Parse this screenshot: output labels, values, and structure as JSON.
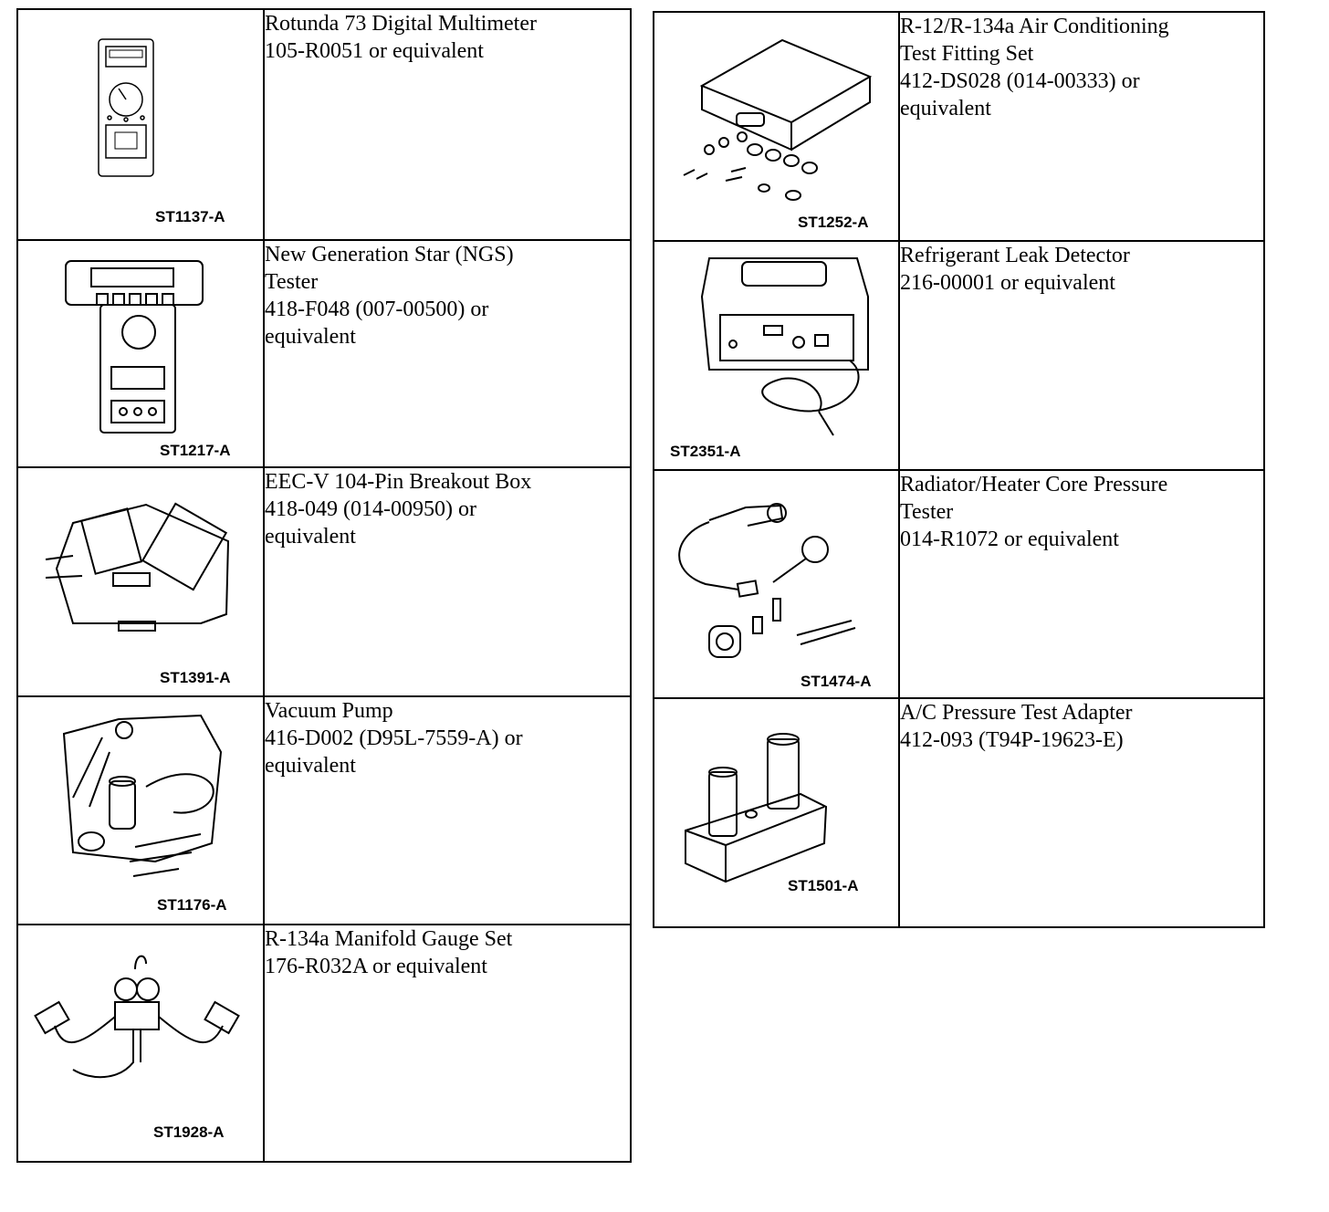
{
  "left_tools": [
    {
      "code": "ST1137-A",
      "lines": [
        "Rotunda 73 Digital Multimeter",
        "105-R0051 or equivalent"
      ],
      "icon": "multimeter-icon"
    },
    {
      "code": "ST1217-A",
      "lines": [
        "New Generation Star (NGS)",
        "Tester",
        "418-F048 (007-00500) or",
        "equivalent"
      ],
      "icon": "ngs-tester-icon"
    },
    {
      "code": "ST1391-A",
      "lines": [
        "EEC-V 104-Pin Breakout Box",
        "418-049 (014-00950) or",
        "equivalent"
      ],
      "icon": "breakout-box-icon"
    },
    {
      "code": "ST1176-A",
      "lines": [
        "Vacuum Pump",
        "416-D002 (D95L-7559-A) or",
        "equivalent"
      ],
      "icon": "vacuum-pump-icon"
    },
    {
      "code": "ST1928-A",
      "lines": [
        "R-134a Manifold Gauge Set",
        "176-R032A or equivalent"
      ],
      "icon": "manifold-gauge-icon"
    }
  ],
  "right_tools": [
    {
      "code": "ST1252-A",
      "lines": [
        "R-12/R-134a Air Conditioning",
        "Test Fitting Set",
        "412-DS028 (014-00333) or",
        "equivalent"
      ],
      "icon": "fitting-set-icon"
    },
    {
      "code": "ST2351-A",
      "lines": [
        "Refrigerant Leak Detector",
        "216-00001 or equivalent"
      ],
      "icon": "leak-detector-icon"
    },
    {
      "code": "ST1474-A",
      "lines": [
        "Radiator/Heater Core Pressure",
        "Tester",
        "014-R1072 or equivalent"
      ],
      "icon": "pressure-tester-icon"
    },
    {
      "code": "ST1501-A",
      "lines": [
        "A/C Pressure Test Adapter",
        "412-093 (T94P-19623-E)"
      ],
      "icon": "test-adapter-icon"
    }
  ]
}
